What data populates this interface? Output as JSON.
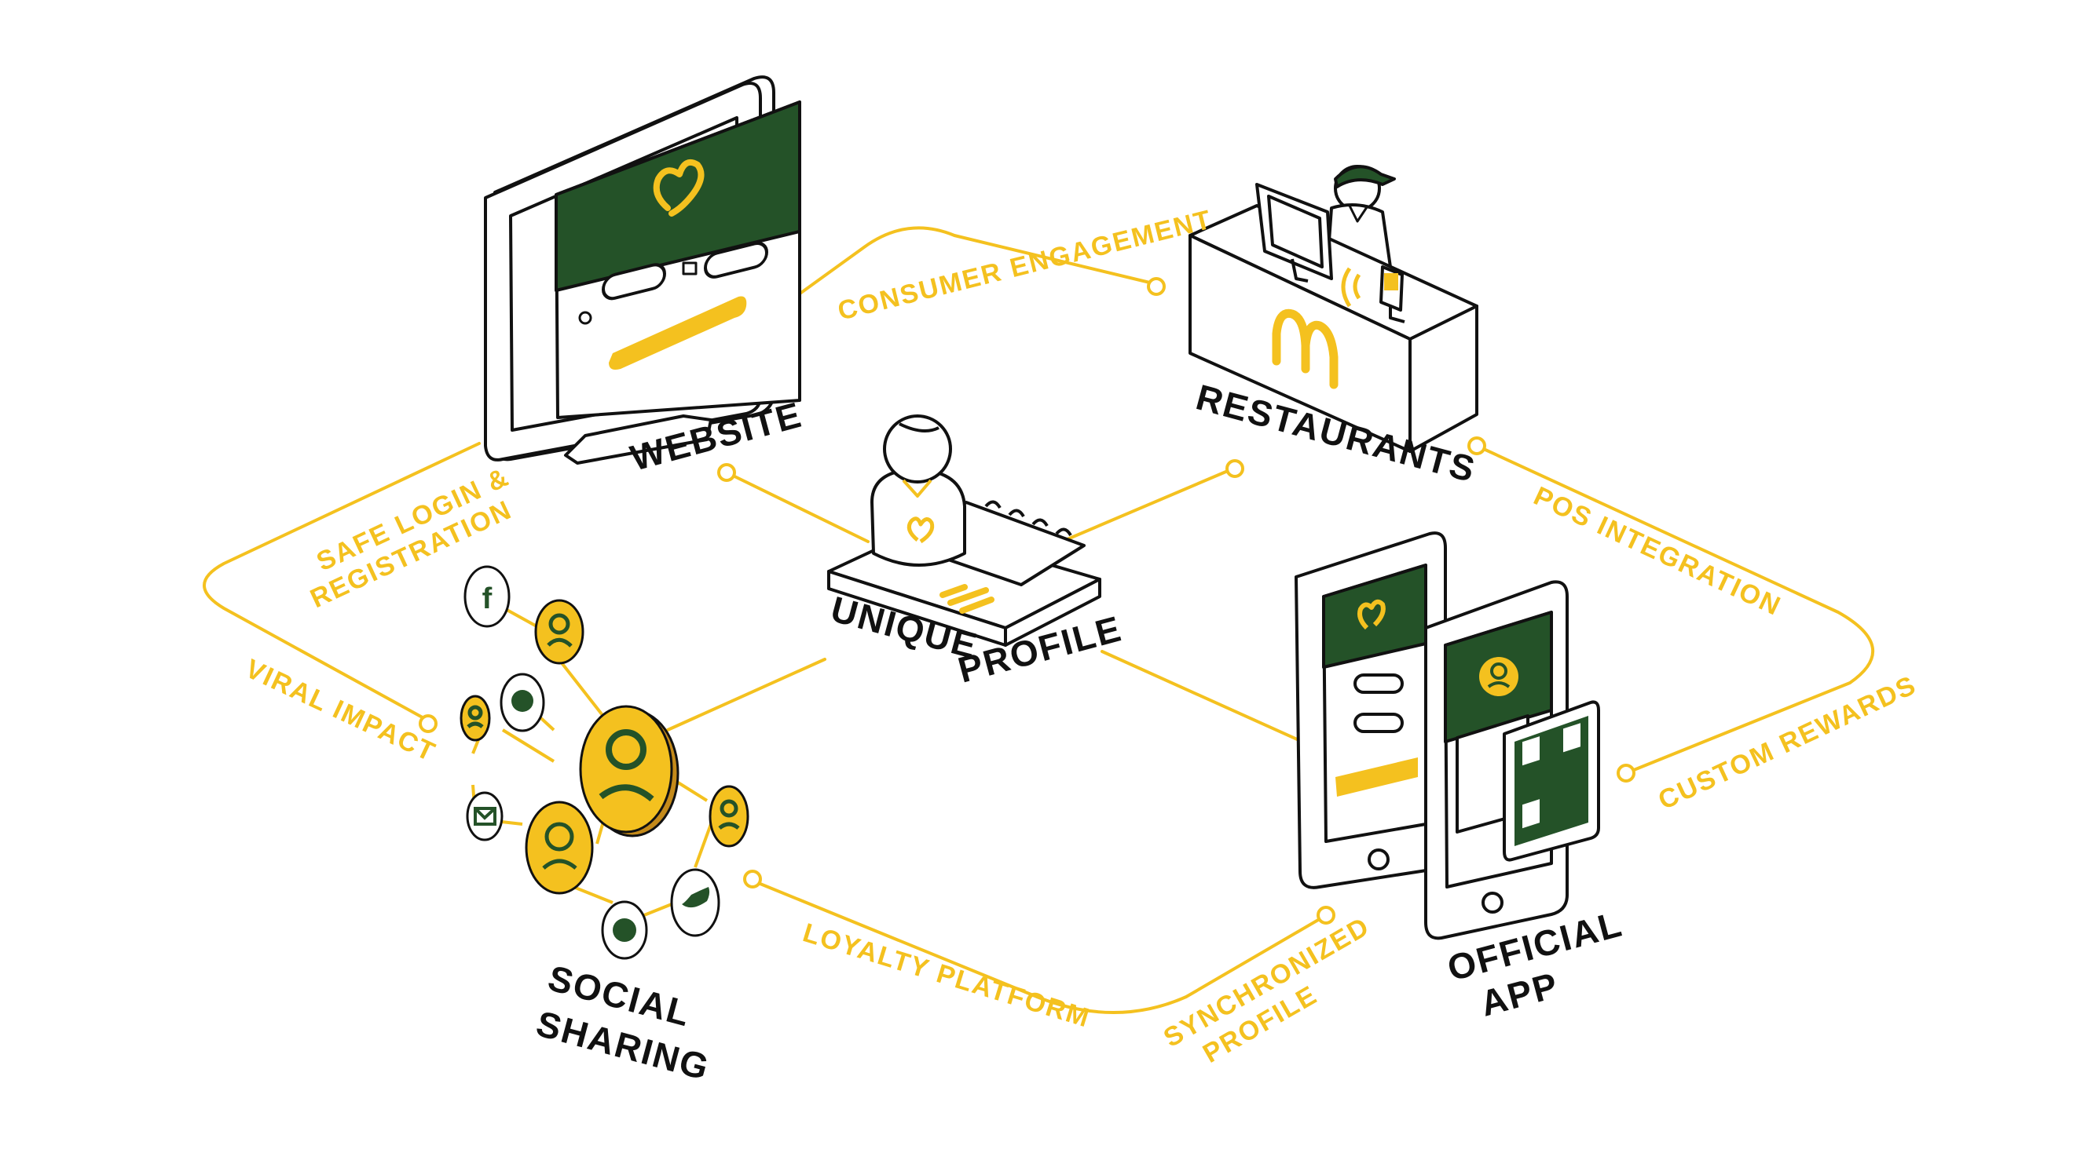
{
  "colors": {
    "accent": "#f4c11f",
    "brand_green": "#245228",
    "ink": "#111111",
    "background": "#ffffff"
  },
  "nodes": {
    "website": {
      "label": "WEBSITE"
    },
    "restaurants": {
      "label": "RESTAURANTS"
    },
    "unique_profile": {
      "label_1": "UNIQUE",
      "label_2": "PROFILE"
    },
    "social_sharing": {
      "label_1": "SOCIAL",
      "label_2": "SHARING"
    },
    "official_app": {
      "label_1": "OFFICIAL",
      "label_2": "APP"
    }
  },
  "connections": {
    "consumer_engagement": "CONSUMER ENGAGEMENT",
    "pos_integration": "POS INTEGRATION",
    "custom_rewards": "CUSTOM REWARDS",
    "safe_login_1": "SAFE LOGIN &",
    "safe_login_2": "REGISTRATION",
    "viral_impact": "VIRAL IMPACT",
    "loyalty_platform": "LOYALTY PLATFORM",
    "synchronized_1": "SYNCHRONIZED",
    "synchronized_2": "PROFILE"
  },
  "icons": {
    "website_logo": "heart-logo-icon",
    "restaurant_logo": "golden-arches-icon",
    "social": [
      "facebook-icon",
      "whatsapp-icon",
      "email-icon",
      "messenger-icon",
      "twitter-icon"
    ],
    "app": "qr-code-icon"
  }
}
